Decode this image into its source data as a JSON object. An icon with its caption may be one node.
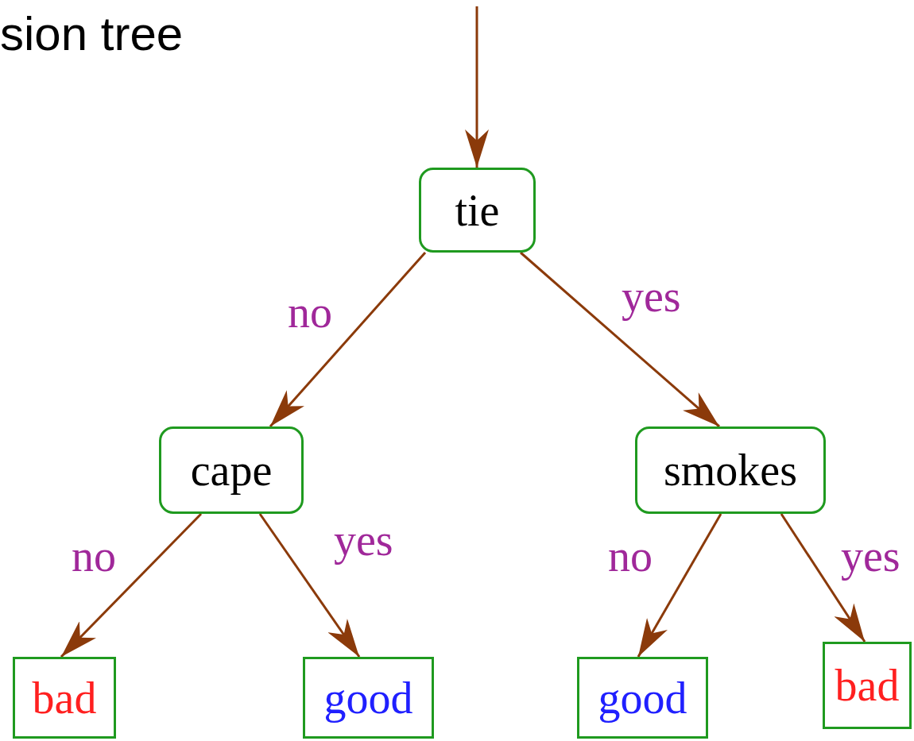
{
  "diagram": {
    "title": "sion tree",
    "nodes": [
      {
        "text": [
          "tie"
        ]
      },
      {
        "text": [
          "cape"
        ]
      },
      {
        "text": [
          "smokes"
        ]
      },
      {
        "text": [
          "bad"
        ]
      },
      {
        "text": [
          "good"
        ]
      },
      {
        "text": [
          "good"
        ]
      },
      {
        "text": [
          "bad"
        ]
      }
    ],
    "edges": [
      {
        "from": null,
        "to": 0,
        "arrow": "to"
      },
      {
        "from": 0,
        "to": 1,
        "arrow": "to",
        "label": "no"
      },
      {
        "from": 0,
        "to": 2,
        "arrow": "to",
        "label": "yes"
      },
      {
        "from": 1,
        "to": 3,
        "arrow": "to",
        "label": "no"
      },
      {
        "from": 1,
        "to": 4,
        "arrow": "to",
        "label": "yes"
      },
      {
        "from": 2,
        "to": 5,
        "arrow": "to",
        "label": "no"
      },
      {
        "from": 2,
        "to": 6,
        "arrow": "to",
        "label": "yes"
      }
    ]
  }
}
